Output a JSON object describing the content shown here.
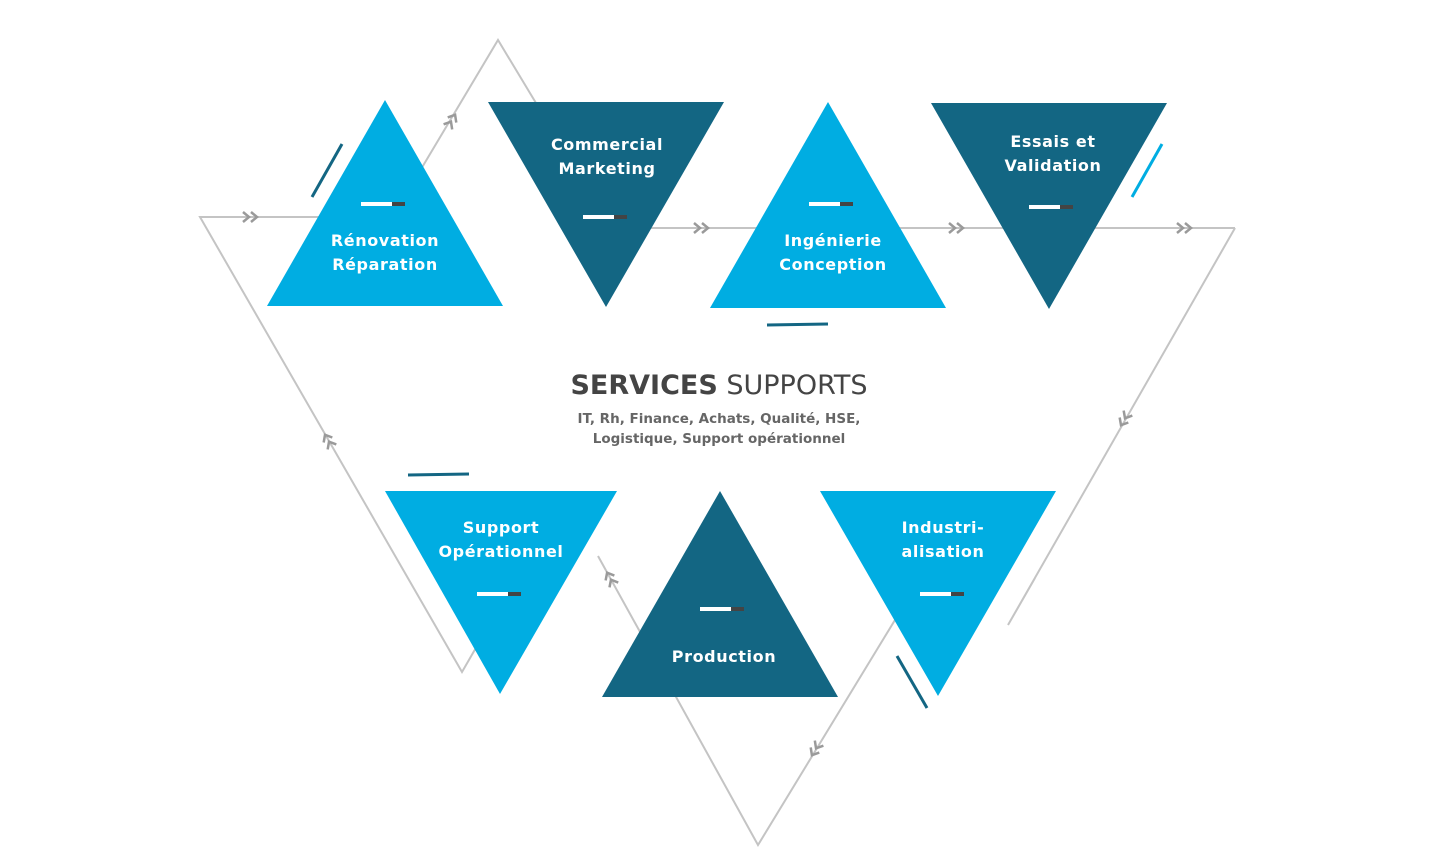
{
  "colors": {
    "light": "#00ade2",
    "dark": "#136683",
    "line": "#c4c4c4",
    "arrow": "#9a9a9a",
    "text": "#444444",
    "subtext": "#666666"
  },
  "center": {
    "title_bold": "SERVICES",
    "title_light": "SUPPORTS",
    "lines": [
      "IT, Rh, Finance, Achats, Qualité, HSE,",
      "Logistique, Support opérationnel"
    ]
  },
  "stages": [
    {
      "id": "renovation",
      "lines": [
        "Rénovation",
        "Réparation"
      ],
      "color": "light"
    },
    {
      "id": "commercial",
      "lines": [
        "Commercial",
        "Marketing"
      ],
      "color": "dark"
    },
    {
      "id": "ingenierie",
      "lines": [
        "Ingénierie",
        "Conception"
      ],
      "color": "light"
    },
    {
      "id": "essais",
      "lines": [
        "Essais et",
        "Validation"
      ],
      "color": "dark"
    },
    {
      "id": "support",
      "lines": [
        "Support",
        "Opérationnel"
      ],
      "color": "light"
    },
    {
      "id": "production",
      "lines": [
        "Production"
      ],
      "color": "dark"
    },
    {
      "id": "industrialisation",
      "lines": [
        "Industri-",
        "alisation"
      ],
      "color": "light"
    }
  ]
}
